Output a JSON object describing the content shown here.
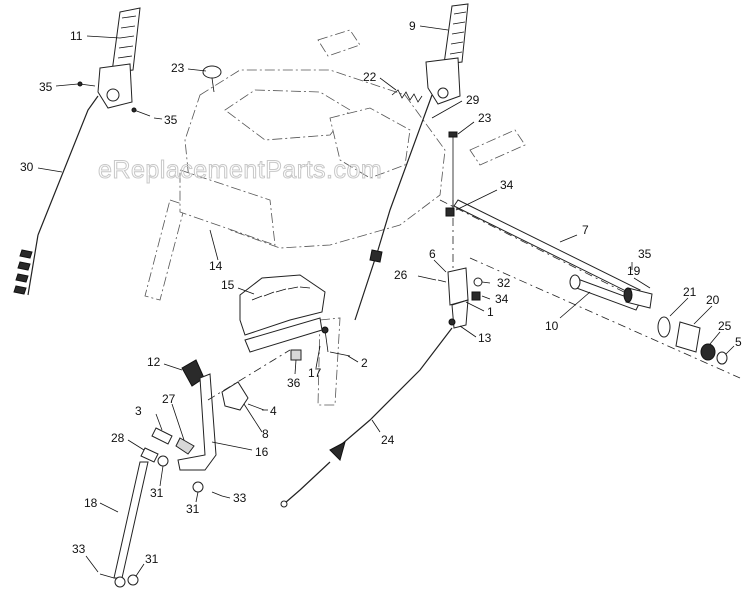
{
  "watermark": "eReplacementParts.com",
  "callouts": {
    "c1": "1",
    "c2": "2",
    "c3": "3",
    "c4": "4",
    "c5": "5",
    "c6": "6",
    "c7": "7",
    "c8": "8",
    "c9": "9",
    "c10": "10",
    "c11": "11",
    "c12": "12",
    "c13": "13",
    "c14": "14",
    "c15": "15",
    "c16": "16",
    "c17": "17",
    "c18": "18",
    "c19": "19",
    "c20": "20",
    "c21": "21",
    "c22": "22",
    "c23a": "23",
    "c23b": "23",
    "c24": "24",
    "c25": "25",
    "c26": "26",
    "c27": "27",
    "c28": "28",
    "c29": "29",
    "c30": "30",
    "c31a": "31",
    "c31b": "31",
    "c31c": "31",
    "c32": "32",
    "c33a": "33",
    "c33b": "33",
    "c34a": "34",
    "c34b": "34",
    "c35a": "35",
    "c35b": "35",
    "c35c": "35",
    "c36": "36"
  }
}
